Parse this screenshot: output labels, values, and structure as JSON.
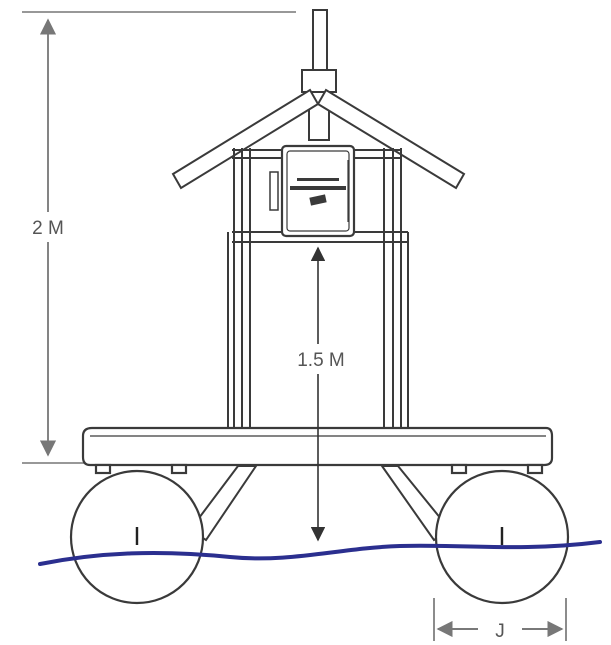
{
  "labels": {
    "total_height": "2 M",
    "clearance_height": "1.5 M",
    "pontoon_left": "I",
    "pontoon_right": "I",
    "pontoon_width": "J"
  },
  "colors": {
    "water_line": "#2b2f8f",
    "line_art": "#3a3a3a",
    "dimension": "#777777"
  }
}
